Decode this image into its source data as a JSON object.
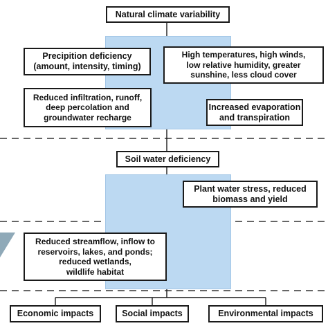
{
  "boxes": {
    "natural_climate_variability": "Natural climate variability",
    "precipitation_deficiency": "Precipition deficiency\n(amount, intensity, timing)",
    "high_temperatures": "High temperatures, high winds,\nlow relative humidity, greater\nsunshine, less cloud cover",
    "reduced_infiltration": "Reduced infiltration, runoff,\ndeep percolation and\ngroundwater recharge",
    "increased_evaporation": "Increased evaporation\nand transpiration",
    "soil_water_deficiency": "Soil water deficiency",
    "plant_water_stress": "Plant water stress, reduced\nbiomass and yield",
    "reduced_streamflow": "Reduced streamflow, inflow to\nreservoirs, lakes, and ponds;\nreduced wetlands,\nwildlife habitat",
    "economic_impacts": "Economic impacts",
    "social_impacts": "Social impacts",
    "environmental_impacts": "Environmental impacts"
  },
  "colors": {
    "panel_fill": "#bcd9f2",
    "box_border": "#1a1a1a",
    "dashed_line": "#333333",
    "side_wedge": "#8fa9b8"
  }
}
